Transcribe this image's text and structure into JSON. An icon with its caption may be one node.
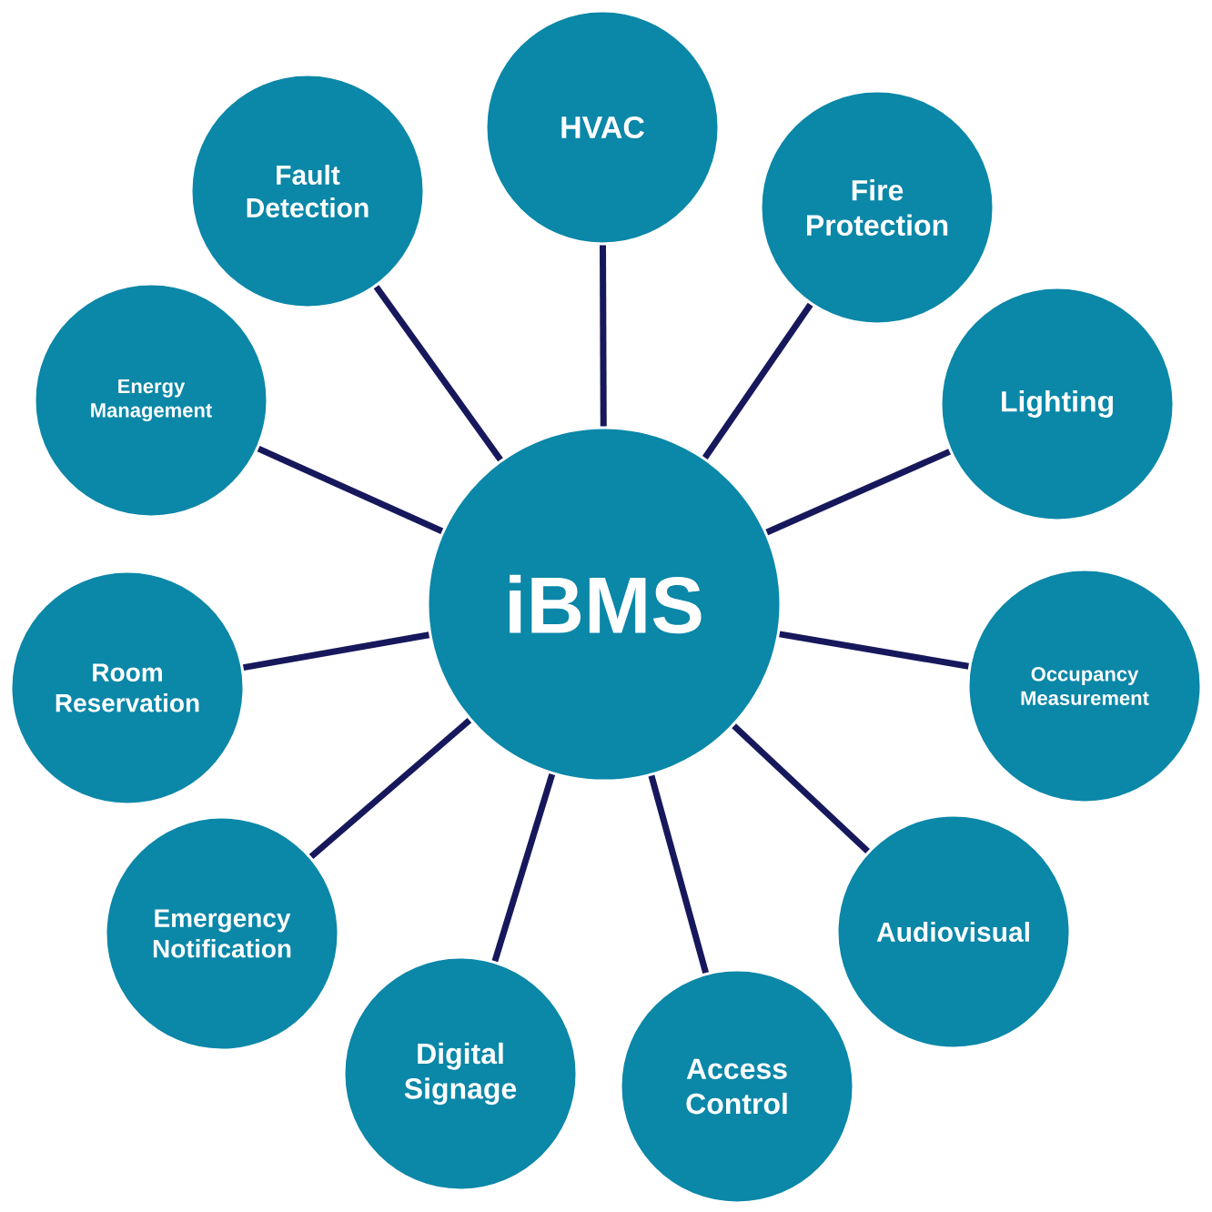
{
  "diagram": {
    "nodes": [
      {
        "text": [
          "iBMS"
        ]
      },
      {
        "text": [
          "HVAC"
        ]
      },
      {
        "text": [
          "Fire Protection"
        ]
      },
      {
        "text": [
          "Lighting"
        ]
      },
      {
        "text": [
          "Occupancy Measurement"
        ]
      },
      {
        "text": [
          "Audiovisual"
        ]
      },
      {
        "text": [
          "Access Control"
        ]
      },
      {
        "text": [
          "Digital Signage"
        ]
      },
      {
        "text": [
          "Emergency Notification"
        ]
      },
      {
        "text": [
          "Room Reservation"
        ]
      },
      {
        "text": [
          "Energy Management"
        ]
      },
      {
        "text": [
          "Fault Detection"
        ]
      }
    ],
    "edges": [
      {
        "from": 0,
        "to": 1,
        "arrow": "none"
      },
      {
        "from": 0,
        "to": 2,
        "arrow": "none"
      },
      {
        "from": 0,
        "to": 3,
        "arrow": "none"
      },
      {
        "from": 0,
        "to": 4,
        "arrow": "none"
      },
      {
        "from": 0,
        "to": 5,
        "arrow": "none"
      },
      {
        "from": 0,
        "to": 6,
        "arrow": "none"
      },
      {
        "from": 0,
        "to": 7,
        "arrow": "none"
      },
      {
        "from": 0,
        "to": 8,
        "arrow": "none"
      },
      {
        "from": 0,
        "to": 9,
        "arrow": "none"
      },
      {
        "from": 0,
        "to": 10,
        "arrow": "none"
      },
      {
        "from": 0,
        "to": 11,
        "arrow": "none"
      }
    ]
  }
}
